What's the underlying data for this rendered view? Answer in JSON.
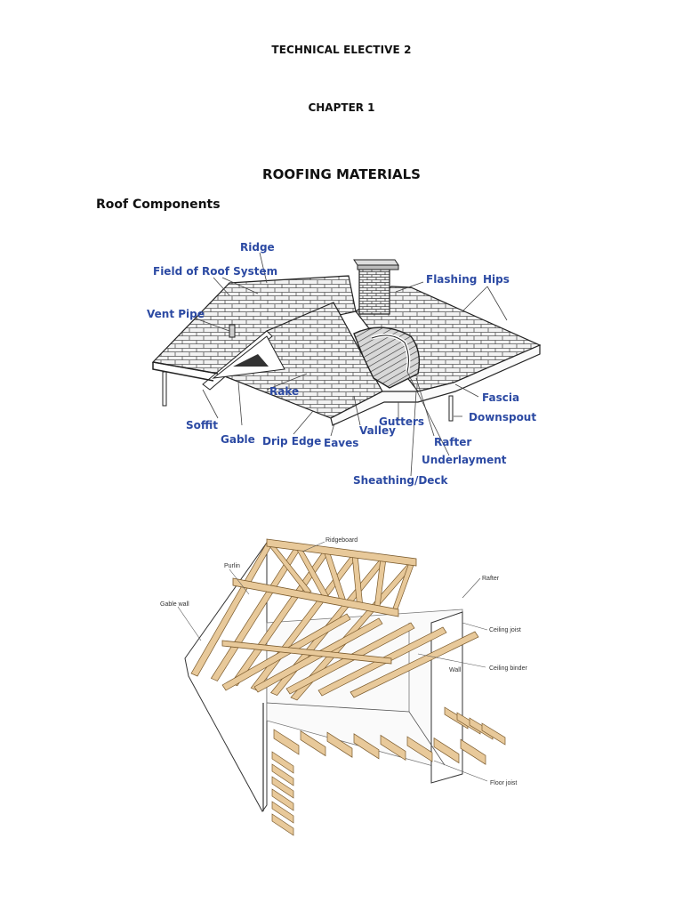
{
  "header": {
    "course": "TECHNICAL ELECTIVE 2",
    "chapter": "CHAPTER 1",
    "title": "ROOFING MATERIALS",
    "section": "Roof Components"
  },
  "diagram1": {
    "labels": {
      "ridge": "Ridge",
      "field": "Field of Roof System",
      "vent": "Vent Pipe",
      "flashing": "Flashing",
      "hips": "Hips",
      "rake": "Rake",
      "fascia": "Fascia",
      "downspout": "Downspout",
      "soffit": "Soffit",
      "gable": "Gable",
      "drip": "Drip Edge",
      "eaves": "Eaves",
      "valley": "Valley",
      "gutters": "Gutters",
      "rafter": "Rafter",
      "underlayment": "Underlayment",
      "sheathing": "Sheathing/Deck"
    },
    "label_color": "#2c4aa3"
  },
  "diagram2": {
    "labels": {
      "ridgeboard": "Ridgeboard",
      "purlin": "Purlin",
      "rafter": "Rafter",
      "gablewall": "Gable wall",
      "ceilingjoist": "Ceiling joist",
      "wall": "Wall",
      "ceilingbinder": "Ceiling binder",
      "floorjoist": "Floor joist"
    },
    "timber_color": "#e8c99a"
  }
}
